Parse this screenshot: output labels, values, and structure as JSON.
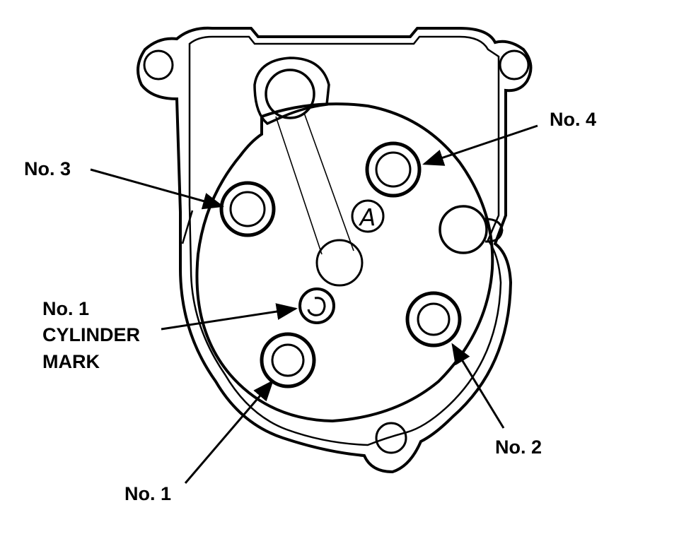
{
  "labels": {
    "no4": "No. 4",
    "no3": "No. 3",
    "no1_mark_line1": "No. 1",
    "no1_mark_line2": "CYLINDER",
    "no1_mark_line3": "MARK",
    "no2": "No. 2",
    "no1": "No. 1",
    "rotor_mark": "A"
  },
  "colors": {
    "ink": "#000000",
    "paper": "#ffffff"
  }
}
